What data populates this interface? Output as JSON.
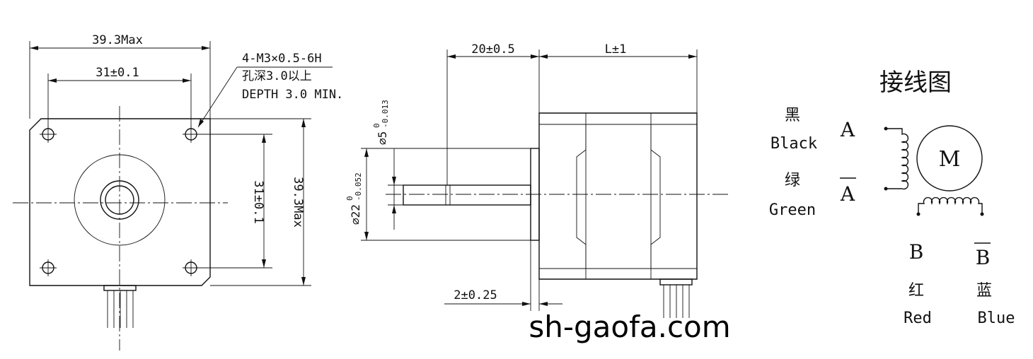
{
  "front_view": {
    "width_max": "39.3Max",
    "hole_spacing_h": "31±0.1",
    "hole_spacing_v": "31±0.1",
    "height_max": "39.3Max",
    "hole_note_line1": "4-M3×0.5-6H",
    "hole_note_line2": "孔深3.0以上",
    "hole_note_line3": "DEPTH 3.0 MIN."
  },
  "side_view": {
    "shaft_length": "20±0.5",
    "body_length": "L±1",
    "shaft_dia": "⌀5",
    "shaft_dia_upper": "0",
    "shaft_dia_lower": "-0.013",
    "boss_dia": "⌀22",
    "boss_dia_upper": "0",
    "boss_dia_lower": "-0.052",
    "boss_height": "2±0.25"
  },
  "wiring": {
    "title": "接线图",
    "motor_label": "M",
    "phase_a": "A",
    "phase_a_bar": "A",
    "phase_b": "B",
    "phase_b_bar": "B",
    "black_cn": "黑",
    "black_en": "Black",
    "green_cn": "绿",
    "green_en": "Green",
    "red_cn": "红",
    "red_en": "Red",
    "blue_cn": "蓝",
    "blue_en": "Blue"
  },
  "watermark": "sh-gaofa.com"
}
